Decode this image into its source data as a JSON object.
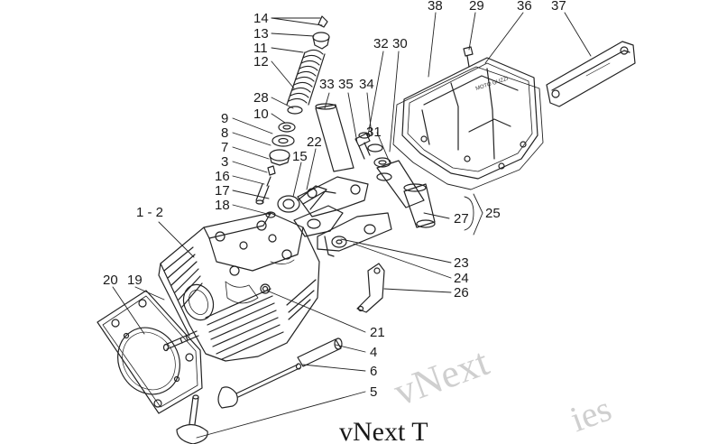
{
  "diagram": {
    "callouts": [
      {
        "id": "c14",
        "text": "14"
      },
      {
        "id": "c13",
        "text": "13"
      },
      {
        "id": "c11",
        "text": "11"
      },
      {
        "id": "c12",
        "text": "12"
      },
      {
        "id": "c28",
        "text": "28"
      },
      {
        "id": "c10",
        "text": "10"
      },
      {
        "id": "c9",
        "text": "9"
      },
      {
        "id": "c8",
        "text": "8"
      },
      {
        "id": "c7",
        "text": "7"
      },
      {
        "id": "c3",
        "text": "3"
      },
      {
        "id": "c16",
        "text": "16"
      },
      {
        "id": "c17",
        "text": "17"
      },
      {
        "id": "c18",
        "text": "18"
      },
      {
        "id": "c1-2",
        "text": "1 - 2"
      },
      {
        "id": "c20",
        "text": "20"
      },
      {
        "id": "c19",
        "text": "19"
      },
      {
        "id": "c38",
        "text": "38"
      },
      {
        "id": "c29",
        "text": "29"
      },
      {
        "id": "c36",
        "text": "36"
      },
      {
        "id": "c37",
        "text": "37"
      },
      {
        "id": "c32",
        "text": "32"
      },
      {
        "id": "c30",
        "text": "30"
      },
      {
        "id": "c33",
        "text": "33"
      },
      {
        "id": "c35",
        "text": "35"
      },
      {
        "id": "c34",
        "text": "34"
      },
      {
        "id": "c31",
        "text": "31"
      },
      {
        "id": "c22",
        "text": "22"
      },
      {
        "id": "c15",
        "text": "15"
      },
      {
        "id": "c27",
        "text": "27"
      },
      {
        "id": "c25",
        "text": "25"
      },
      {
        "id": "c23",
        "text": "23"
      },
      {
        "id": "c24",
        "text": "24"
      },
      {
        "id": "c26",
        "text": "26"
      },
      {
        "id": "c21",
        "text": "21"
      },
      {
        "id": "c4",
        "text": "4"
      },
      {
        "id": "c6",
        "text": "6"
      },
      {
        "id": "c5",
        "text": "5"
      }
    ],
    "watermark": {
      "line1": "vNext",
      "line2": "vNext T",
      "line3": "ies"
    }
  }
}
